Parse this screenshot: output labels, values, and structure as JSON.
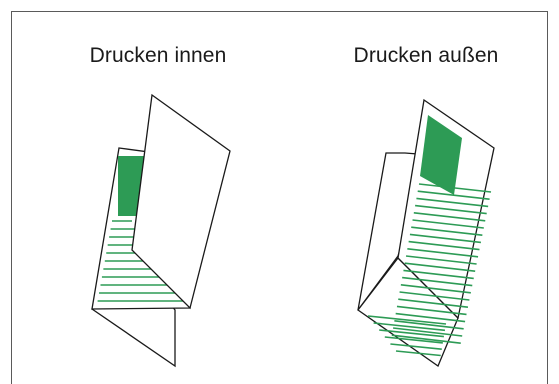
{
  "options": [
    {
      "id": "inside",
      "label": "Drucken innen"
    },
    {
      "id": "outside",
      "label": "Drucken außen"
    }
  ],
  "colors": {
    "accent": "#2d9b55",
    "line": "#2d9b55",
    "outline": "#1a1a1a",
    "border": "#5a5a5a"
  }
}
